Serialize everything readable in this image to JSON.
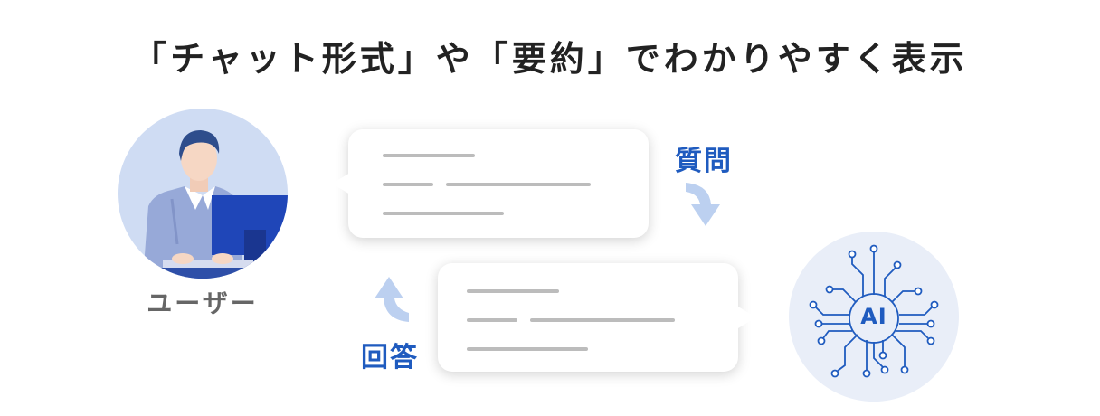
{
  "title": "「チャット形式」や「要約」でわかりやすく表示",
  "user": {
    "label": "ユーザー"
  },
  "question_label": "質問",
  "answer_label": "回答",
  "ai": {
    "label": "AI"
  },
  "colors": {
    "accent_blue": "#1f5bbf",
    "arrow_light_blue": "#bcd0f0",
    "user_circle_bg": "#cfdcf3",
    "ai_circle_bg": "#e9eef8",
    "text_line_gray": "#bcbcbc"
  }
}
